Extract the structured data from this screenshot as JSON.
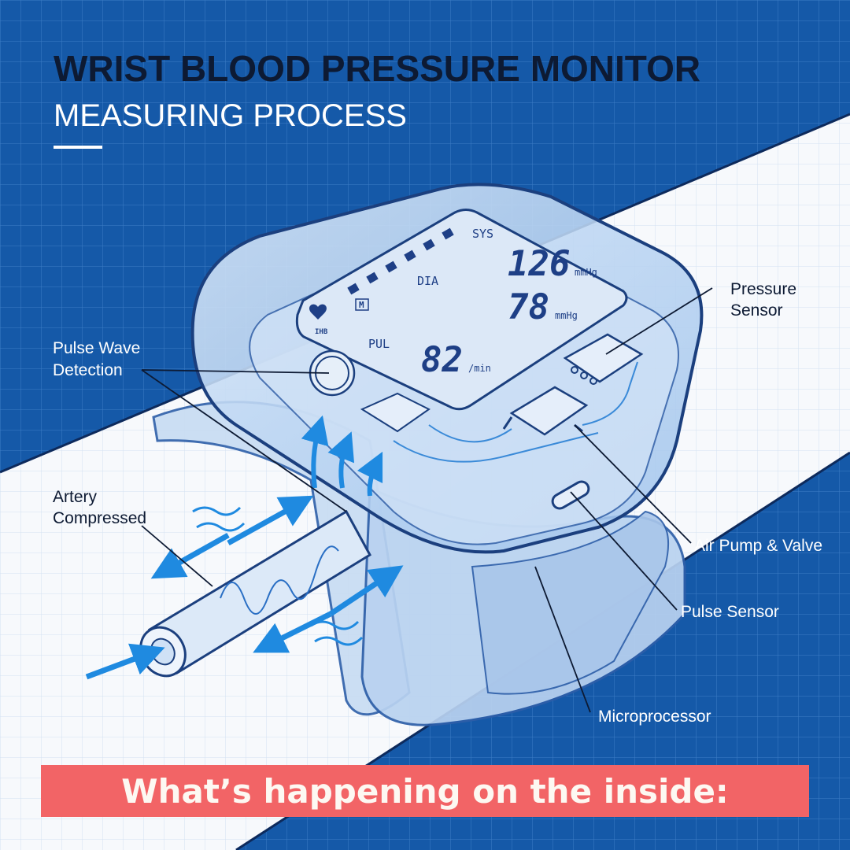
{
  "header": {
    "title": "WRIST BLOOD PRESSURE MONITOR",
    "subtitle": "MEASURING PROCESS"
  },
  "display": {
    "sys_label": "SYS",
    "dia_label": "DIA",
    "pul_label": "PUL",
    "sys_value": "126",
    "dia_value": "78",
    "pul_value": "82",
    "unit_pressure": "mmHg",
    "unit_pulse": "/min",
    "memory_badge": "M",
    "irregular_badge": "IHB",
    "heart_icon": "heart-icon"
  },
  "callouts": {
    "pressure_sensor": [
      "Pressure",
      "Sensor"
    ],
    "pulse_wave_detection": [
      "Pulse Wave",
      "Detection"
    ],
    "artery_compressed": [
      "Artery",
      "Compressed"
    ],
    "air_pump_valve": "Air Pump & Valve",
    "pulse_sensor": "Pulse Sensor",
    "microprocessor": "Microprocessor"
  },
  "banner": {
    "text": "What’s happening on the inside:"
  },
  "colors": {
    "background": "#1559a8",
    "title": "#0d1a33",
    "banner": "#f26466",
    "lcd": "#dce8f7",
    "accent_arrow": "#1f8ae0"
  }
}
